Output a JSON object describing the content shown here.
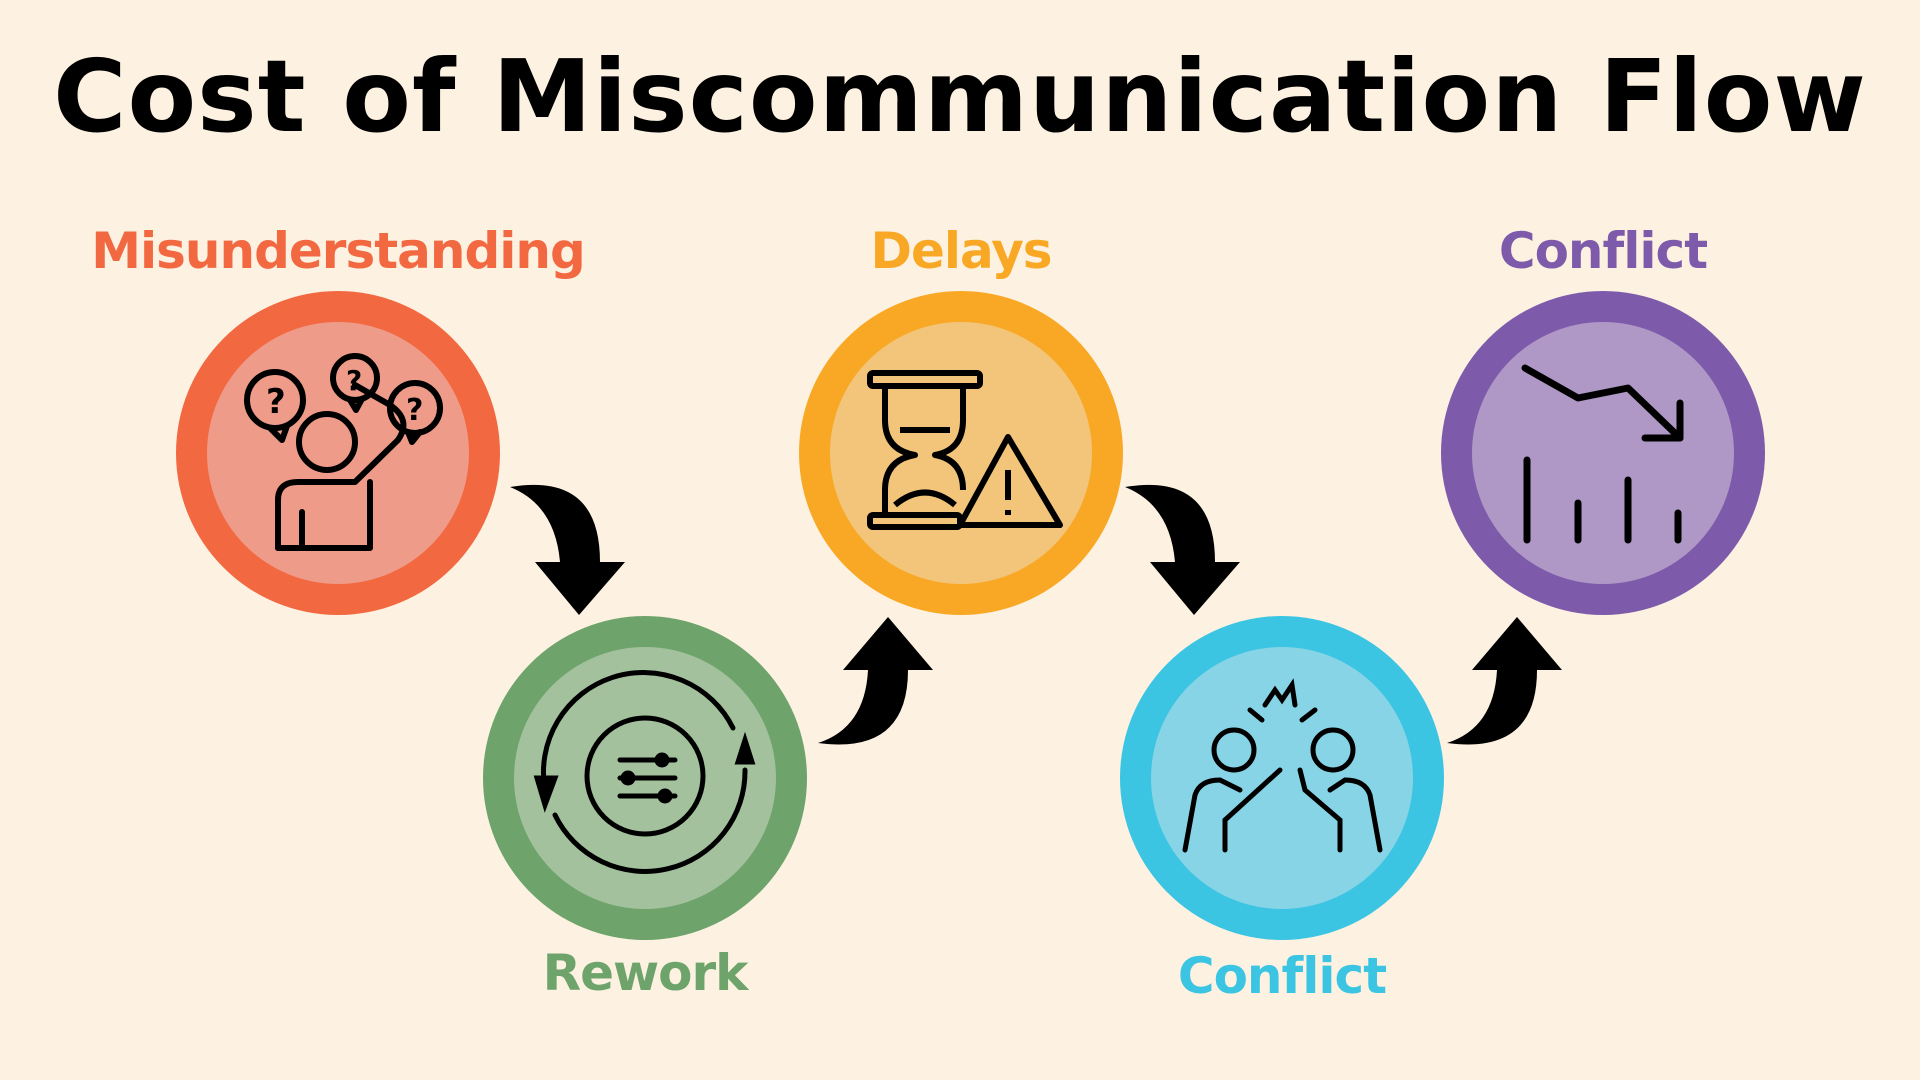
{
  "title": "Cost of Miscommunication Flow",
  "steps": [
    {
      "label": "Misunderstanding",
      "icon": "confused-person-icon",
      "outer": "#F26841",
      "inner": "#EE9B8A",
      "text": "#F26841"
    },
    {
      "label": "Rework",
      "icon": "gear-cycle-icon",
      "outer": "#6EA46B",
      "inner": "#A3C19D",
      "text": "#6EA46B"
    },
    {
      "label": "Delays",
      "icon": "hourglass-warning-icon",
      "outer": "#F9A826",
      "inner": "#F2C57A",
      "text": "#F9A826"
    },
    {
      "label": "Conflict",
      "icon": "arguing-people-icon",
      "outer": "#3CC5E2",
      "inner": "#87D4E6",
      "text": "#3CC5E2"
    },
    {
      "label": "Conflict",
      "icon": "declining-chart-icon",
      "outer": "#7E5BAA",
      "inner": "#AF98C6",
      "text": "#7E5BAA"
    }
  ]
}
